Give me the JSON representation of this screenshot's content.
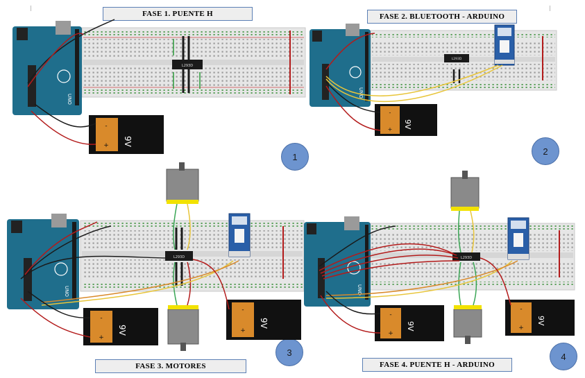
{
  "phases": [
    {
      "title": "FASE 1. PUENTE H",
      "number": "1"
    },
    {
      "title": "FASE 2. BLUETOOTH - ARDUINO",
      "number": "2"
    },
    {
      "title": "FASE 3. MOTORES",
      "number": "3"
    },
    {
      "title": "FASE 4. PUENTE H - ARDUINO",
      "number": "4"
    }
  ],
  "components": {
    "chip_label": "L293D",
    "battery_label": "9V",
    "arduino_label": "UNO",
    "battery_minus": "-",
    "battery_plus": "+"
  },
  "colors": {
    "arduino": "#1f6e8c",
    "breadboard": "#e6e6e6",
    "wire_red": "#b31b1b",
    "wire_black": "#1a1a1a",
    "wire_yellow": "#e8c53a",
    "wire_green": "#3aa655",
    "battery_orange": "#d98a2b",
    "badge": "#6d94cf"
  }
}
